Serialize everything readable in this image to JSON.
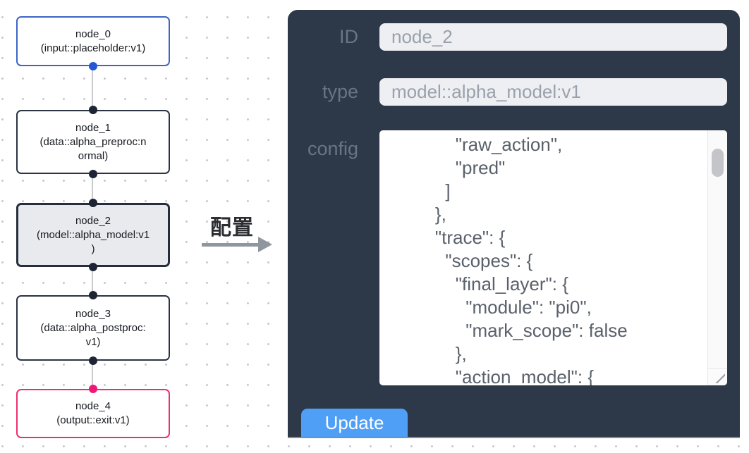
{
  "graph": {
    "nodes": [
      {
        "id": "node_0",
        "type": "input::placeholder:v1",
        "selected": false,
        "text": "node_0\n(input::placeholder:v1)"
      },
      {
        "id": "node_1",
        "type": "data::alpha_preproc:normal",
        "selected": false,
        "text": "node_1\n(data::alpha_preproc:n\normal)"
      },
      {
        "id": "node_2",
        "type": "model::alpha_model:v1",
        "selected": true,
        "text": "node_2\n(model::alpha_model:v1\n)"
      },
      {
        "id": "node_3",
        "type": "data::alpha_postproc:v1",
        "selected": false,
        "text": "node_3\n(data::alpha_postproc:\nv1)"
      },
      {
        "id": "node_4",
        "type": "output::exit:v1",
        "selected": false,
        "text": "node_4\n(output::exit:v1)"
      }
    ]
  },
  "annotation": {
    "label": "配置"
  },
  "panel": {
    "fields": [
      {
        "label": "ID",
        "value": "node_2"
      },
      {
        "label": "type",
        "value": "model::alpha_model:v1"
      }
    ],
    "config_label": "config",
    "config_text": "        \"raw_action\",\n        \"pred\"\n      ]\n    },\n    \"trace\": {\n      \"scopes\": {\n        \"final_layer\": {\n          \"module\": \"pi0\",\n          \"mark_scope\": false\n        },\n        \"action_model\": {",
    "update_label": "Update"
  },
  "colors": {
    "panel_bg": "#2d3848",
    "accent_blue": "#4f9ff7",
    "node_input_border": "#3d65c6",
    "node_output_border": "#eb2f70",
    "selected_node_bg": "#e9eaed",
    "port_dark": "#1d2433",
    "port_blue": "#2458d4",
    "port_pink": "#ef1878",
    "edge": "#c9cbce"
  }
}
